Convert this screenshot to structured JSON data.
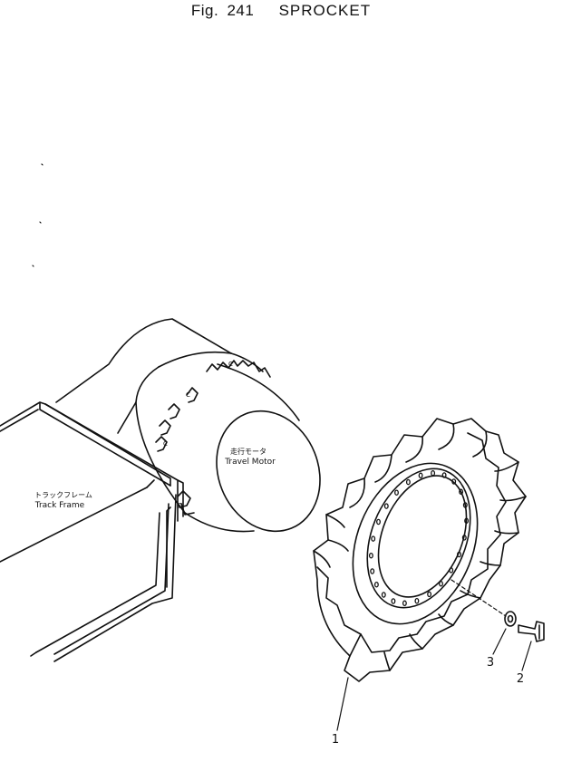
{
  "figure": {
    "fig_label": "Fig.",
    "fig_number": "241",
    "title": "SPROCKET"
  },
  "labels": {
    "track_frame_jp": "トラックフレーム",
    "track_frame_en": "Track Frame",
    "travel_motor_jp": "走行モータ",
    "travel_motor_en": "Travel Motor"
  },
  "callouts": {
    "sprocket": "1",
    "bolt": "2",
    "washer": "3"
  },
  "colors": {
    "ink": "#111111",
    "paper": "#ffffff"
  }
}
